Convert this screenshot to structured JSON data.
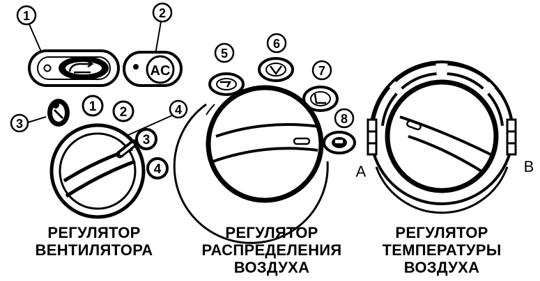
{
  "callouts": [
    "1",
    "2",
    "3",
    "4",
    "5",
    "6",
    "7",
    "8"
  ],
  "ac_label": "AC",
  "fan_speeds": [
    "1",
    "2",
    "3",
    "4"
  ],
  "side_labels": {
    "a": "A",
    "b": "B"
  },
  "captions": {
    "fan": [
      "РЕГУЛЯТОР",
      "ВЕНТИЛЯТОРА"
    ],
    "distribution": [
      "РЕГУЛЯТОР",
      "РАСПРЕДЕЛЕНИЯ",
      "ВОЗДУХА"
    ],
    "temperature": [
      "РЕГУЛЯТОР",
      "ТЕМПЕРАТУРЫ",
      "ВОЗДУХА"
    ]
  },
  "colors": {
    "ink": "#000000",
    "paper": "#ffffff"
  }
}
